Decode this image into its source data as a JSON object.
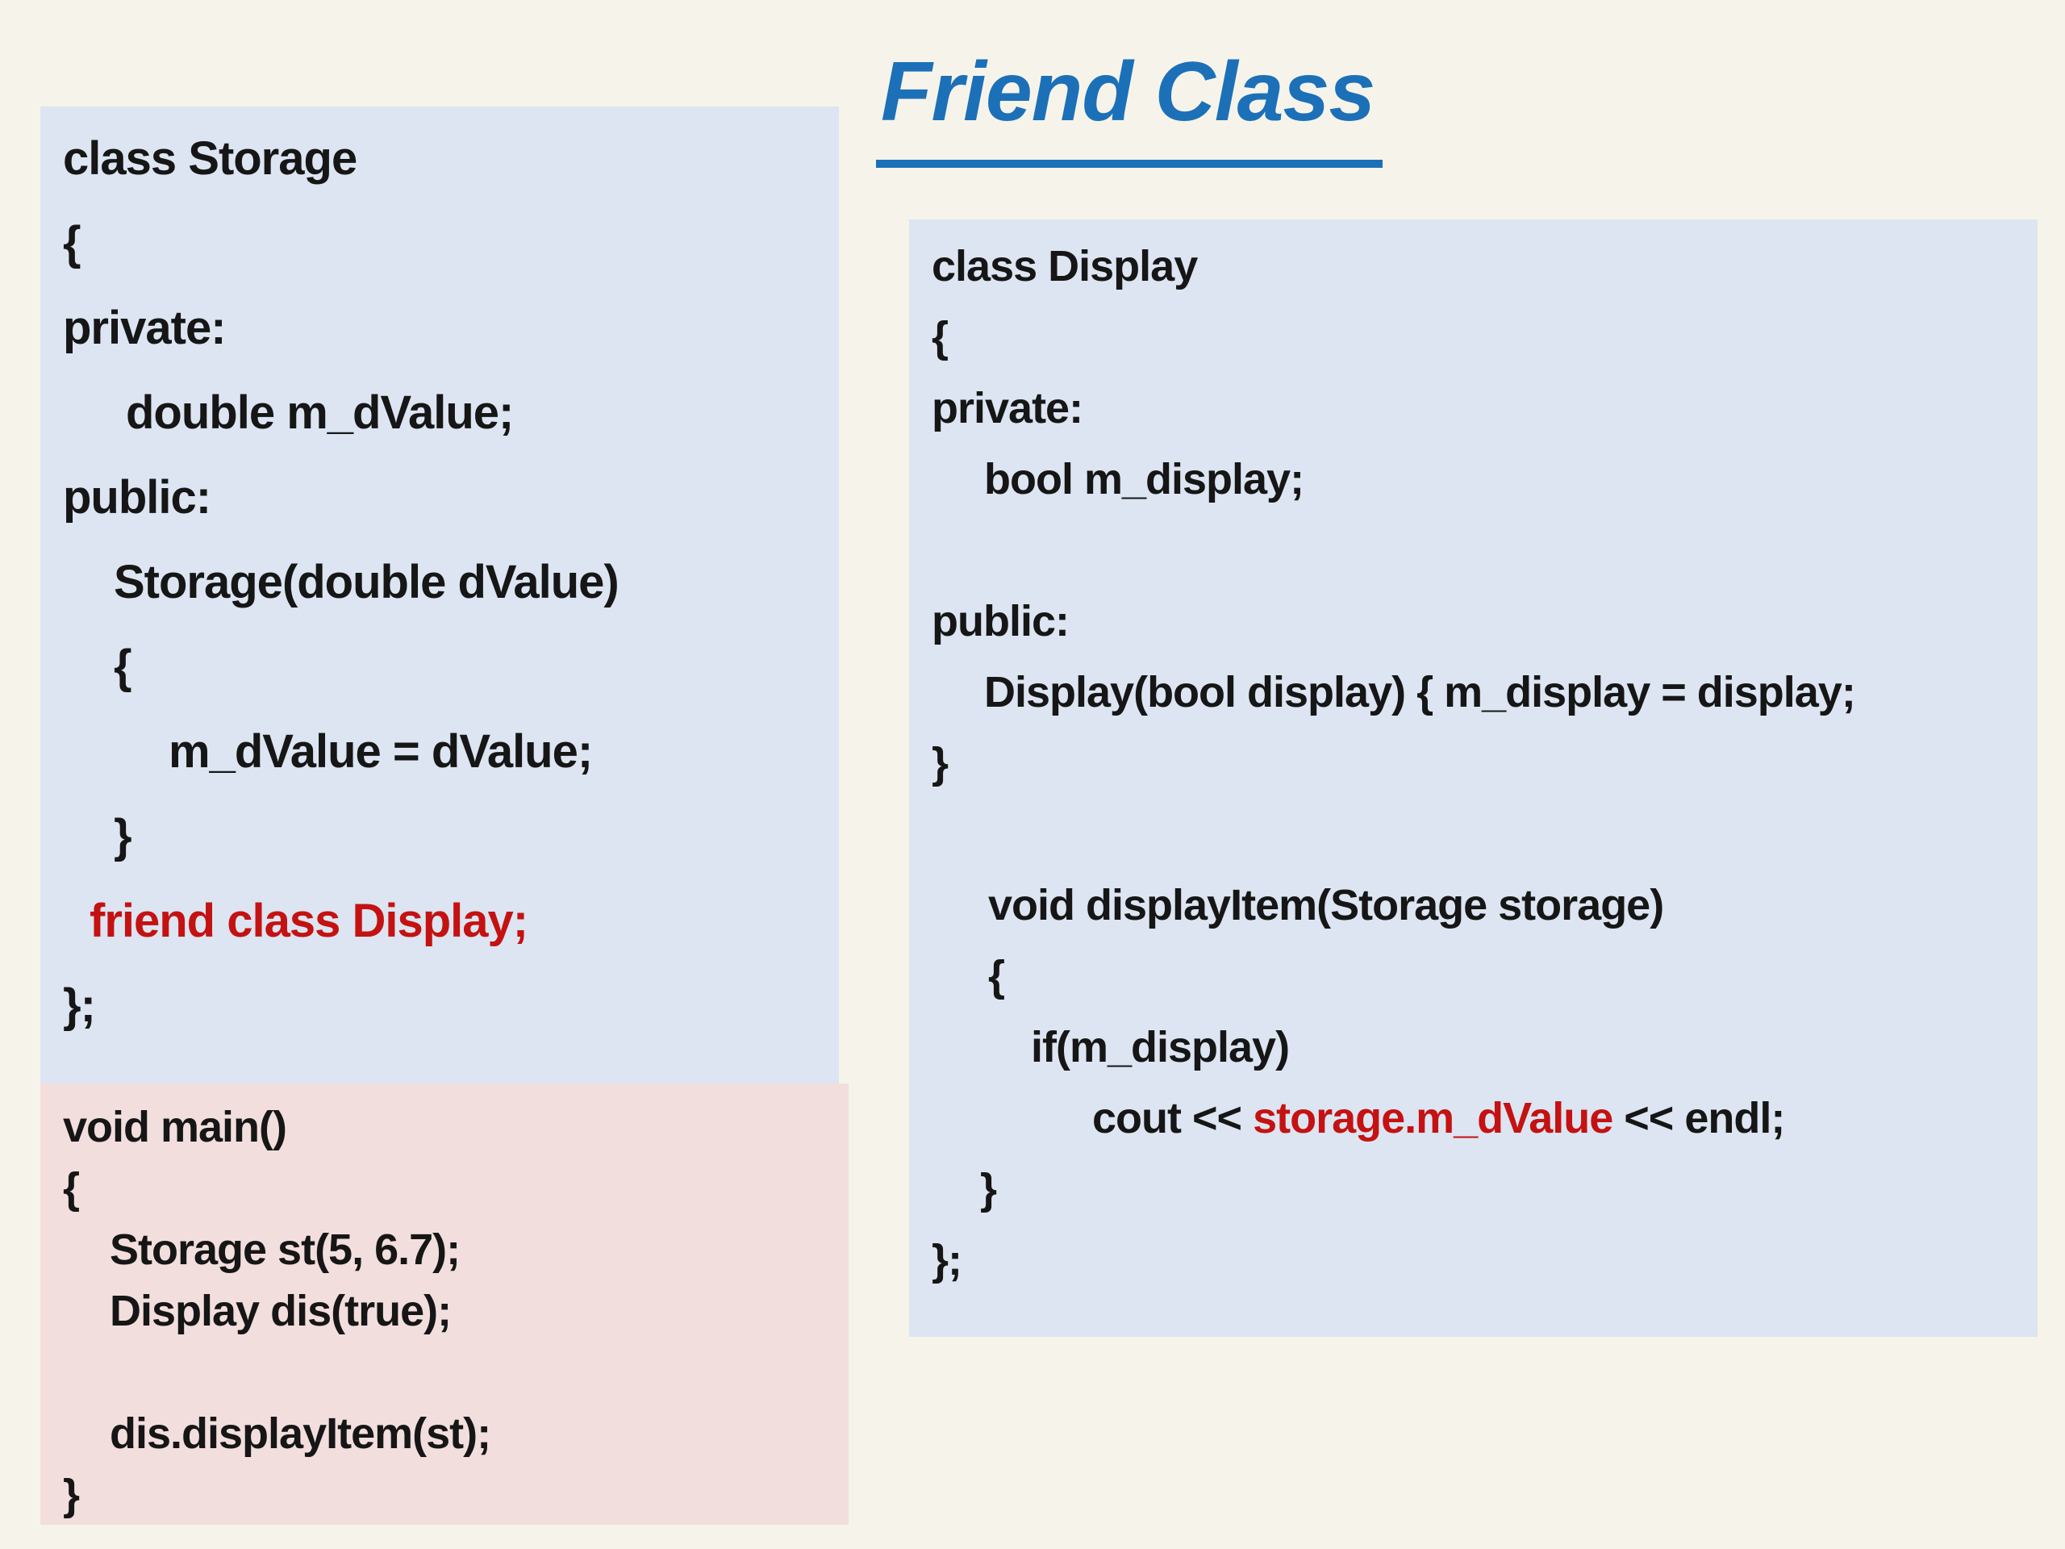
{
  "slide": {
    "title": "Friend Class"
  },
  "colors": {
    "background": "#f6f4ea",
    "code_box_blue": "#dce5f1",
    "code_box_pink": "#f2dedd",
    "code_text": "#161616",
    "highlight_red": "#c41212",
    "title_blue": "#1c70b8"
  },
  "boxes": {
    "storage": {
      "lines": [
        {
          "text": "class Storage"
        },
        {
          "text": "{"
        },
        {
          "text": "private:"
        },
        {
          "text": "double m_dValue;"
        },
        {
          "text": "public:"
        },
        {
          "text": "Storage(double dValue)"
        },
        {
          "text": "{"
        },
        {
          "text": "m_dValue = dValue;"
        },
        {
          "text": "}"
        },
        {
          "text": "friend class Display;"
        },
        {
          "text": "};"
        }
      ]
    },
    "main": {
      "lines": [
        {
          "text": "void main()"
        },
        {
          "text": "{"
        },
        {
          "text": "Storage st(5, 6.7);"
        },
        {
          "text": "Display dis(true);"
        },
        {
          "text": ""
        },
        {
          "text": "dis.displayItem(st);"
        },
        {
          "text": "}"
        }
      ]
    },
    "display": {
      "lines": [
        {
          "text": "class Display"
        },
        {
          "text": "{"
        },
        {
          "text": "private:"
        },
        {
          "text": "bool m_display;"
        },
        {
          "text": ""
        },
        {
          "text": "public:"
        },
        {
          "text": "Display(bool display) { m_display = display;"
        },
        {
          "text": "}"
        },
        {
          "text": ""
        },
        {
          "text": "void displayItem(Storage storage)"
        },
        {
          "text": "{"
        },
        {
          "text": "if(m_display)"
        },
        {
          "parts": [
            "cout << ",
            "storage.m_dValue",
            " << endl;"
          ]
        },
        {
          "text": "}"
        },
        {
          "text": "};"
        }
      ]
    }
  }
}
